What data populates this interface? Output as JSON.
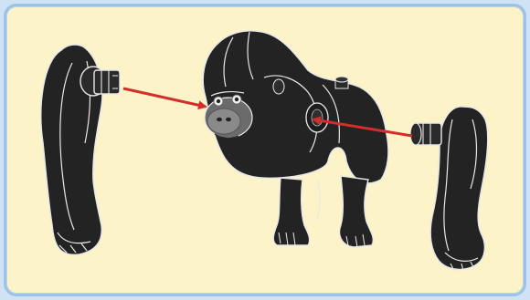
{
  "figure": {
    "frame_color": "#9cc3e6",
    "background_color": "#fdf3c8",
    "outside_color": "#cfe3f5",
    "arrow_color": "#d22e2e",
    "part_color": "#232323",
    "highlight_color": "#f2f2f2"
  },
  "parts": [
    {
      "name": "left-arm",
      "icon": "gorilla-left-arm"
    },
    {
      "name": "body",
      "icon": "gorilla-body"
    },
    {
      "name": "right-arm",
      "icon": "gorilla-right-arm"
    }
  ],
  "arrows": [
    {
      "from": "left-arm",
      "to": "body"
    },
    {
      "from": "right-arm",
      "to": "body"
    }
  ]
}
